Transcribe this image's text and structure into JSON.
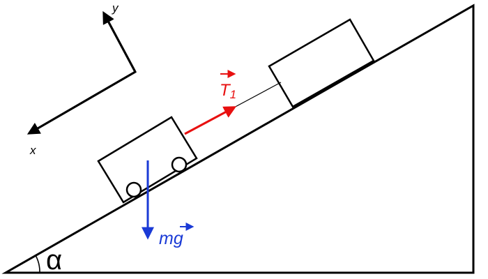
{
  "labels": {
    "y_axis": "y",
    "x_axis": "x",
    "tension": "T",
    "tension_subscript": "1",
    "weight": "mg",
    "angle": "α"
  },
  "colors": {
    "outline": "#000000",
    "tension": "#e81010",
    "weight": "#1a3ad6"
  }
}
